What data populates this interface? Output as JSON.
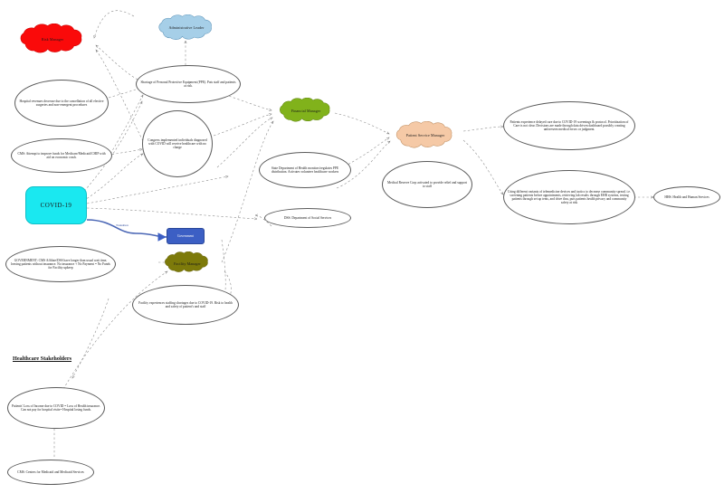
{
  "diagram": {
    "heading": "Healthcare Stakeholders",
    "edge_labels": [
      {
        "id": "covid-to-government",
        "text": "Transition"
      }
    ],
    "stakeholders": [
      {
        "id": "risk-manager",
        "label": "Risk Manager",
        "color": "#fa0a0a",
        "stroke": "#d10000"
      },
      {
        "id": "administrative-leader",
        "label": "Administrative Leader",
        "color": "#a6cfe8",
        "stroke": "#5d93b8"
      },
      {
        "id": "financial-manager",
        "label": "Financial Manager",
        "color": "#81b21b",
        "stroke": "#5e8310"
      },
      {
        "id": "patient-service-manager",
        "label": "Patient Service Manager",
        "color": "#f5c9a6",
        "stroke": "#c08f62"
      },
      {
        "id": "facility-manager",
        "label": "Facility Manager",
        "color": "#7d7a0a",
        "stroke": "#5c5a06"
      }
    ],
    "boxes": [
      {
        "id": "covid-19",
        "label": "COVID-19"
      },
      {
        "id": "government",
        "label": "Government"
      }
    ],
    "issues": [
      {
        "id": "hospital-revenue",
        "text": "Hospital revenues decrease due to the cancellation of all elective surgeries and non-emergent procedures"
      },
      {
        "id": "cms-funding",
        "text": "CMS: Attempt to improve funds for Medicare/Medicaid/CHIP with aid on economic crash."
      },
      {
        "id": "ppe-shortage",
        "text": "Shortage of Personal Protective Equipment (PPE). Puts staff and patients at risk."
      },
      {
        "id": "congress-no-charge",
        "text": "Congress implemented individuals diagnosed with COVID will receive healthcare with no charge"
      },
      {
        "id": "government-dss-funds",
        "text": "GOVERNMENT: CMS Affilate/DSS have longer than usual wait time, leaving patients without insurance. No insurance + No Payment = No Funds for Facility upkeep"
      },
      {
        "id": "facility-staffing",
        "text": "Facility experiences staffing shortages due to COVID-19. Risk to health and safety of patient's and staff"
      },
      {
        "id": "state-dept-health",
        "text": "State Department of Health monitors/regulates PPE distribution. Activates volunteer healthcare workers"
      },
      {
        "id": "dss-definition",
        "text": "DSS: Department of Social Services"
      },
      {
        "id": "medical-reserve-corp",
        "text": "Medical Reserve Corp activated to provide relief and support to staff"
      },
      {
        "id": "delayed-care",
        "text": "Patients experience delayed care due to COVID-19 screenings & protocol. Prioritization of Care is not clear. Decisions are made through data driven dashboard possibly creating unforeseen medical errors or judgment."
      },
      {
        "id": "telemedicine-privacy",
        "text": "Using different variants of telemedicine devices and tactics to decrease community spread. i.e. screening patients before appointments, retrieving lab results through EHR systems, testing patients through set up tents, and drive thru, puts patients health privacy and community safety at risk"
      },
      {
        "id": "hhs-definition",
        "text": "HHS: Health and Human Services"
      },
      {
        "id": "patient-income-loss",
        "text": "Patients' Loss of Income due to COVID = Loss of Health insurance. Can not pay for hospital visits= Hospital losing funds."
      },
      {
        "id": "cms-definition",
        "text": "CMS: Centers for Medicaid and Medicaid Services"
      }
    ]
  }
}
